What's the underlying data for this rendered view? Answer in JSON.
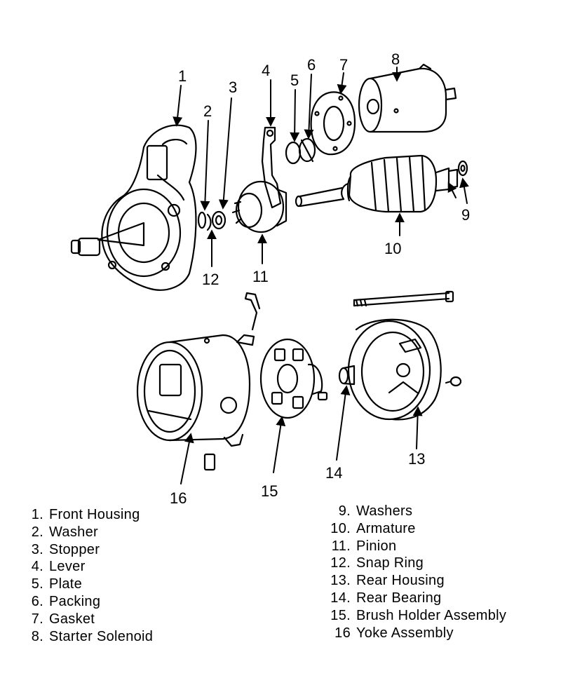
{
  "callouts": [
    "1",
    "2",
    "3",
    "4",
    "5",
    "6",
    "7",
    "8",
    "9",
    "10",
    "11",
    "12",
    "13",
    "14",
    "15",
    "16"
  ],
  "legend_left": [
    {
      "num": "1.",
      "label": "Front Housing"
    },
    {
      "num": "2.",
      "label": "Washer"
    },
    {
      "num": "3.",
      "label": "Stopper"
    },
    {
      "num": "4.",
      "label": "Lever"
    },
    {
      "num": "5.",
      "label": "Plate"
    },
    {
      "num": "6.",
      "label": "Packing"
    },
    {
      "num": "7.",
      "label": "Gasket"
    },
    {
      "num": "8.",
      "label": "Starter Solenoid"
    }
  ],
  "legend_right": [
    {
      "num": "9.",
      "label": "Washers"
    },
    {
      "num": "10.",
      "label": "Armature"
    },
    {
      "num": "11.",
      "label": "Pinion"
    },
    {
      "num": "12.",
      "label": "Snap Ring"
    },
    {
      "num": "13.",
      "label": "Rear Housing"
    },
    {
      "num": "14.",
      "label": "Rear Bearing"
    },
    {
      "num": "15.",
      "label": "Brush Holder Assembly"
    },
    {
      "num": "16",
      "label": "Yoke Assembly"
    }
  ]
}
